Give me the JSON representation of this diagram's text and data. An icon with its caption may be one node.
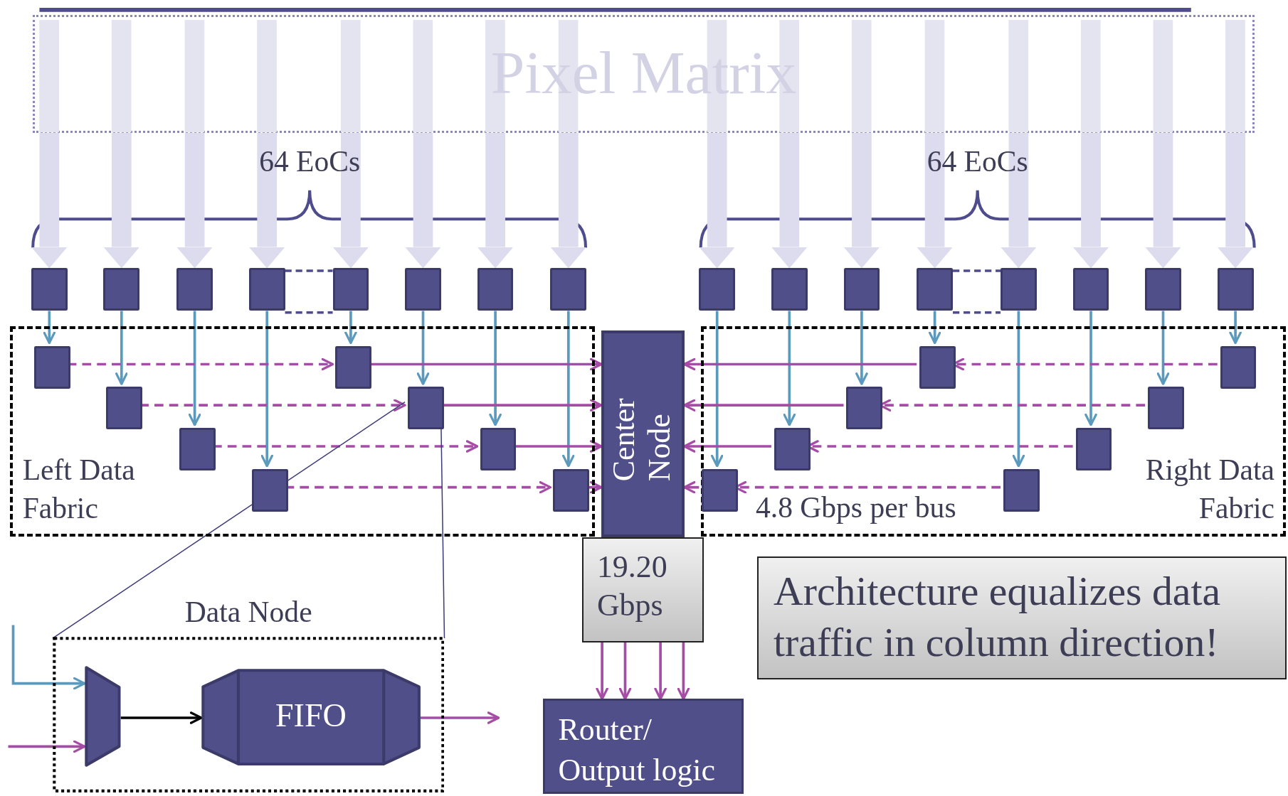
{
  "diagram": {
    "nodes": [
      {
        "text": [
          "Pixel Matrix"
        ]
      },
      {
        "text": [],
        "shape": "box"
      },
      {
        "text": [],
        "shape": "box"
      },
      {
        "text": [],
        "shape": "box"
      },
      {
        "text": [],
        "shape": "box"
      },
      {
        "text": [],
        "shape": "box"
      },
      {
        "text": [],
        "shape": "box"
      },
      {
        "text": [],
        "shape": "box"
      },
      {
        "text": [],
        "shape": "box"
      },
      {
        "text": [],
        "shape": "box"
      },
      {
        "text": [],
        "shape": "box"
      },
      {
        "text": [],
        "shape": "box"
      },
      {
        "text": [],
        "shape": "box"
      },
      {
        "text": [],
        "shape": "box"
      },
      {
        "text": [],
        "shape": "box"
      },
      {
        "text": [],
        "shape": "box"
      },
      {
        "text": [],
        "shape": "box"
      },
      {
        "text": [
          "Left Data Fabric"
        ]
      },
      {
        "text": [],
        "shape": "box",
        "in": 17
      },
      {
        "text": [],
        "shape": "box",
        "in": 17
      },
      {
        "text": [],
        "shape": "box",
        "in": 17
      },
      {
        "text": [],
        "shape": "box",
        "in": 17
      },
      {
        "text": [],
        "shape": "box",
        "in": 17
      },
      {
        "text": [],
        "shape": "box",
        "in": 17
      },
      {
        "text": [],
        "shape": "box",
        "in": 17
      },
      {
        "text": [],
        "shape": "box",
        "in": 17
      },
      {
        "text": [
          "Center Node"
        ]
      },
      {
        "text": [
          "Right Data Fabric"
        ]
      },
      {
        "text": [],
        "shape": "box",
        "in": 27
      },
      {
        "text": [],
        "shape": "box",
        "in": 27
      },
      {
        "text": [],
        "shape": "box",
        "in": 27
      },
      {
        "text": [],
        "shape": "box",
        "in": 27
      },
      {
        "text": [],
        "shape": "box",
        "in": 27
      },
      {
        "text": [],
        "shape": "box",
        "in": 27
      },
      {
        "text": [],
        "shape": "box",
        "in": 27
      },
      {
        "text": [],
        "shape": "box",
        "in": 27
      },
      {
        "text": [
          "19.20 Gbps"
        ]
      },
      {
        "text": [
          "Architecture equalizes data traffic in column direction!"
        ]
      },
      {
        "text": [
          "Data Node"
        ]
      },
      {
        "text": [],
        "shape": "trapezoid",
        "in": 38
      },
      {
        "text": [
          "FIFO"
        ],
        "in": 38
      },
      {
        "text": [
          "Router/ Output logic"
        ]
      }
    ],
    "edges": [
      {
        "from": 0,
        "to": 1,
        "arrow": "to",
        "style": "thick",
        "color": "#dcdcee"
      },
      {
        "from": 0,
        "to": 2,
        "arrow": "to",
        "style": "thick",
        "color": "#dcdcee"
      },
      {
        "from": 0,
        "to": 3,
        "arrow": "to",
        "style": "thick",
        "color": "#dcdcee"
      },
      {
        "from": 0,
        "to": 4,
        "arrow": "to",
        "style": "thick",
        "color": "#dcdcee"
      },
      {
        "from": 0,
        "to": 5,
        "arrow": "to",
        "style": "thick",
        "color": "#dcdcee"
      },
      {
        "from": 0,
        "to": 6,
        "arrow": "to",
        "style": "thick",
        "color": "#dcdcee"
      },
      {
        "from": 0,
        "to": 7,
        "arrow": "to",
        "style": "thick",
        "color": "#dcdcee"
      },
      {
        "from": 0,
        "to": 8,
        "arrow": "to",
        "style": "thick",
        "color": "#dcdcee"
      },
      {
        "from": 0,
        "to": 9,
        "arrow": "to",
        "style": "thick",
        "color": "#dcdcee"
      },
      {
        "from": 0,
        "to": 10,
        "arrow": "to",
        "style": "thick",
        "color": "#dcdcee"
      },
      {
        "from": 0,
        "to": 11,
        "arrow": "to",
        "style": "thick",
        "color": "#dcdcee"
      },
      {
        "from": 0,
        "to": 12,
        "arrow": "to",
        "style": "thick",
        "color": "#dcdcee"
      },
      {
        "from": 0,
        "to": 13,
        "arrow": "to",
        "style": "thick",
        "color": "#dcdcee"
      },
      {
        "from": 0,
        "to": 14,
        "arrow": "to",
        "style": "thick",
        "color": "#dcdcee"
      },
      {
        "from": 0,
        "to": 15,
        "arrow": "to",
        "style": "thick",
        "color": "#dcdcee"
      },
      {
        "from": 0,
        "to": 16,
        "arrow": "to",
        "style": "thick",
        "color": "#dcdcee"
      },
      {
        "from": 1,
        "to": 18,
        "arrow": "to",
        "color": "#5b9abd"
      },
      {
        "from": 2,
        "to": 20,
        "arrow": "to",
        "color": "#5b9abd"
      },
      {
        "from": 3,
        "to": 22,
        "arrow": "to",
        "color": "#5b9abd"
      },
      {
        "from": 4,
        "to": 24,
        "arrow": "to",
        "color": "#5b9abd"
      },
      {
        "from": 5,
        "to": 19,
        "arrow": "to",
        "color": "#5b9abd"
      },
      {
        "from": 6,
        "to": 21,
        "arrow": "to",
        "color": "#5b9abd"
      },
      {
        "from": 7,
        "to": 23,
        "arrow": "to",
        "color": "#5b9abd"
      },
      {
        "from": 8,
        "to": 25,
        "arrow": "to",
        "color": "#5b9abd"
      },
      {
        "from": 9,
        "to": 34,
        "arrow": "to",
        "color": "#5b9abd"
      },
      {
        "from": 10,
        "to": 32,
        "arrow": "to",
        "color": "#5b9abd"
      },
      {
        "from": 11,
        "to": 30,
        "arrow": "to",
        "color": "#5b9abd"
      },
      {
        "from": 12,
        "to": 28,
        "arrow": "to",
        "color": "#5b9abd"
      },
      {
        "from": 13,
        "to": 35,
        "arrow": "to",
        "color": "#5b9abd"
      },
      {
        "from": 14,
        "to": 33,
        "arrow": "to",
        "color": "#5b9abd"
      },
      {
        "from": 15,
        "to": 31,
        "arrow": "to",
        "color": "#5b9abd"
      },
      {
        "from": 16,
        "to": 29,
        "arrow": "to",
        "color": "#5b9abd"
      },
      {
        "from": 18,
        "to": 19,
        "arrow": "to",
        "style": "dashed"
      },
      {
        "from": 20,
        "to": 21,
        "arrow": "to",
        "style": "dashed"
      },
      {
        "from": 22,
        "to": 23,
        "arrow": "to",
        "style": "dashed"
      },
      {
        "from": 24,
        "to": 25,
        "arrow": "to",
        "style": "dashed"
      },
      {
        "from": 19,
        "to": 26,
        "arrow": "to"
      },
      {
        "from": 21,
        "to": 26,
        "arrow": "to"
      },
      {
        "from": 23,
        "to": 26,
        "arrow": "to"
      },
      {
        "from": 25,
        "to": 26,
        "arrow": "to"
      },
      {
        "from": 29,
        "to": 28,
        "arrow": "to",
        "style": "dashed"
      },
      {
        "from": 31,
        "to": 30,
        "arrow": "to",
        "style": "dashed"
      },
      {
        "from": 33,
        "to": 32,
        "arrow": "to",
        "style": "dashed"
      },
      {
        "from": 35,
        "to": 34,
        "arrow": "to",
        "style": "dashed"
      },
      {
        "from": 28,
        "to": 26,
        "arrow": "to"
      },
      {
        "from": 30,
        "to": 26,
        "arrow": "to"
      },
      {
        "from": 32,
        "to": 26,
        "arrow": "to"
      },
      {
        "from": 34,
        "to": 26,
        "arrow": "to"
      },
      {
        "from": 36,
        "to": 41,
        "arrow": "to"
      },
      {
        "from": 36,
        "to": 41,
        "arrow": "to"
      },
      {
        "from": 36,
        "to": 41,
        "arrow": "to"
      },
      {
        "from": 36,
        "to": 41,
        "arrow": "to"
      },
      {
        "from": 21,
        "to": 38,
        "arrow": "none",
        "color": "#3d3a7a"
      },
      {
        "from": 21,
        "to": 38,
        "arrow": "none",
        "color": "#3d3a7a"
      },
      {
        "from": null,
        "to": 39,
        "arrow": "to",
        "color": "#5b9abd"
      },
      {
        "from": null,
        "to": 39,
        "arrow": "to"
      },
      {
        "from": 39,
        "to": 40,
        "arrow": "to",
        "color": "#000000"
      },
      {
        "from": 40,
        "to": null,
        "arrow": "to"
      }
    ],
    "labels": [
      "64 EoCs",
      "64 EoCs",
      "4.8 Gbps per bus"
    ]
  }
}
